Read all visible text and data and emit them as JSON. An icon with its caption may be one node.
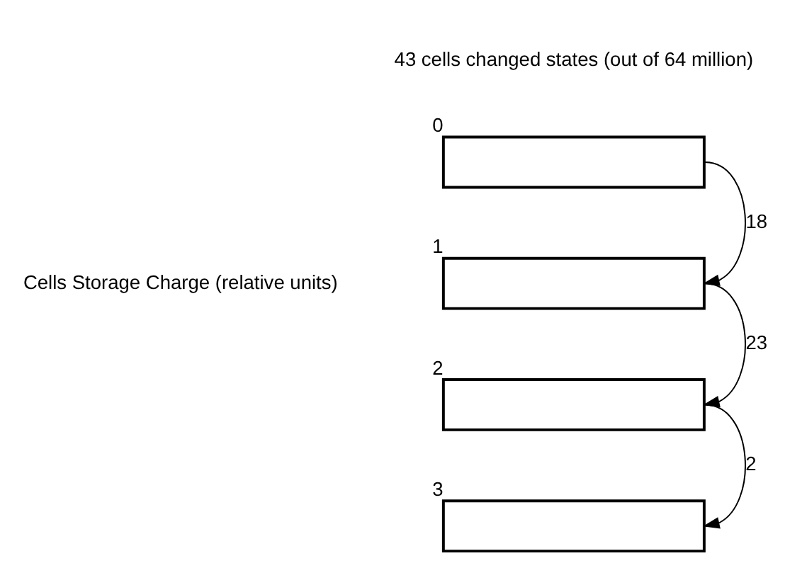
{
  "diagram": {
    "nodes": [
      {
        "text": [],
        "shape": "box",
        "beside": [
          "0"
        ]
      },
      {
        "text": [],
        "shape": "box",
        "beside": [
          "1"
        ]
      },
      {
        "text": [],
        "shape": "box",
        "beside": [
          "2"
        ]
      },
      {
        "text": [],
        "shape": "box",
        "beside": [
          "3"
        ]
      }
    ],
    "edges": [
      {
        "from": 0,
        "to": 1,
        "arrow": "to",
        "label": "18"
      },
      {
        "from": 1,
        "to": 2,
        "arrow": "to",
        "label": "23"
      },
      {
        "from": 2,
        "to": 3,
        "arrow": "to",
        "label": "2"
      }
    ],
    "labels": [
      "43 cells changed states (out of 64 million)",
      "Cells Storage Charge (relative units)"
    ]
  }
}
